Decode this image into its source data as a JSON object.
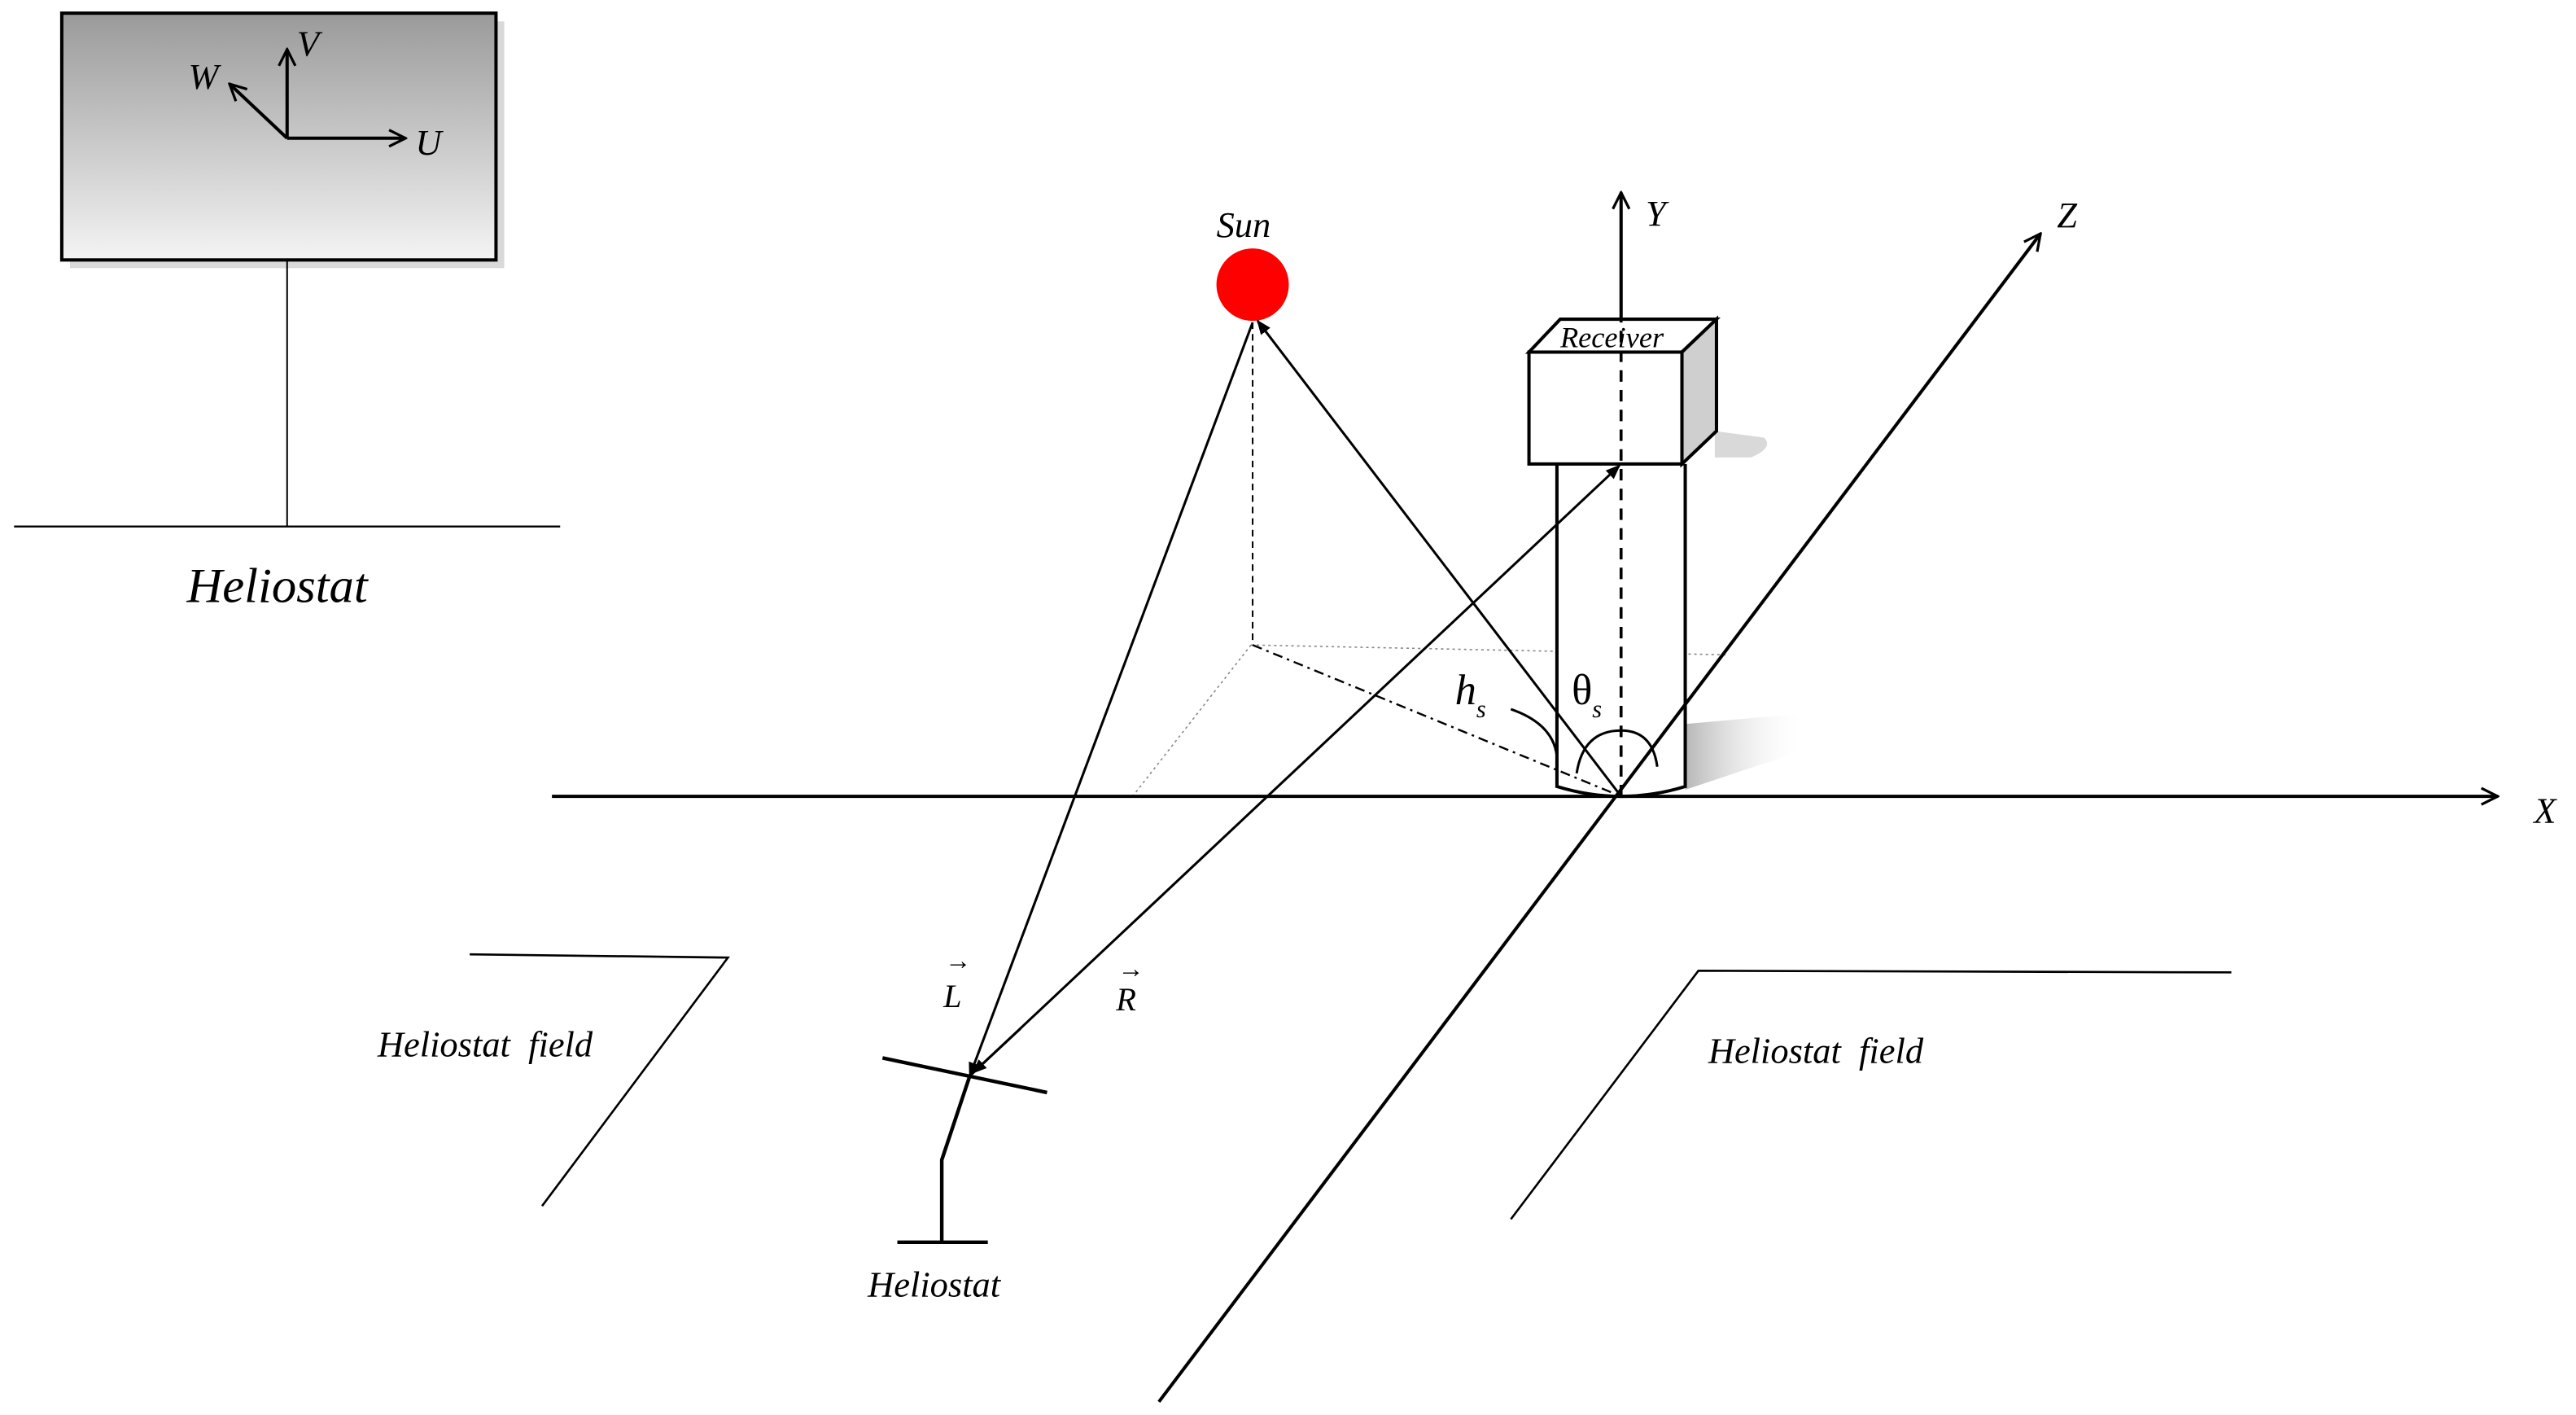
{
  "inset": {
    "caption": "Heliostat",
    "axes": {
      "u": "U",
      "v": "V",
      "w": "W"
    }
  },
  "labels": {
    "sun": "Sun",
    "receiver": "Receiver",
    "axis_x": "X",
    "axis_y": "Y",
    "axis_z": "Z",
    "vector_l": "L",
    "vector_r": "R",
    "angle_h": "h",
    "angle_h_sub": "s",
    "angle_theta": "θ",
    "angle_theta_sub": "s",
    "field_left": "Heliostat  field",
    "field_right": "Heliostat  field",
    "heliostat": "Heliostat"
  },
  "colors": {
    "sun": "#ff0000",
    "ink": "#000000"
  }
}
